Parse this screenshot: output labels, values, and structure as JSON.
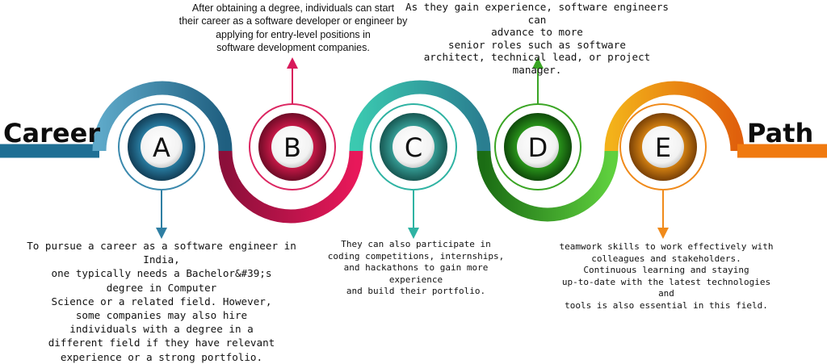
{
  "title_left": "Career",
  "title_right": "Path",
  "steps": [
    {
      "letter": "A",
      "color": "#1f6f94",
      "text": "To pursue a career as a software engineer in India,\none typically needs a Bachelor&#39;s\ndegree in Computer\nScience or a related field. However,\nsome companies may also hire\nindividuals with a degree in a\ndifferent field if they have relevant\nexperience or a strong portfolio."
    },
    {
      "letter": "B",
      "color": "#e0184f",
      "text": "After obtaining a degree, individuals can start\ntheir career as a software developer or engineer by\napplying for entry-level positions in\nsoftware development companies."
    },
    {
      "letter": "C",
      "color": "#2fb8a0",
      "text": "They can also participate in\ncoding competitions, internships,\nand hackathons to gain more experience\nand build their portfolio."
    },
    {
      "letter": "D",
      "color": "#2eb31f",
      "text": "As they gain experience, software engineers can\nadvance to more\nsenior roles such as software\narchitect, technical lead, or project manager."
    },
    {
      "letter": "E",
      "color": "#f08a0e",
      "text": "teamwork skills to work effectively with\ncolleagues and stakeholders.\nContinuous learning and staying\nup-to-date with the latest technologies and\ntools is also essential in this field."
    }
  ]
}
